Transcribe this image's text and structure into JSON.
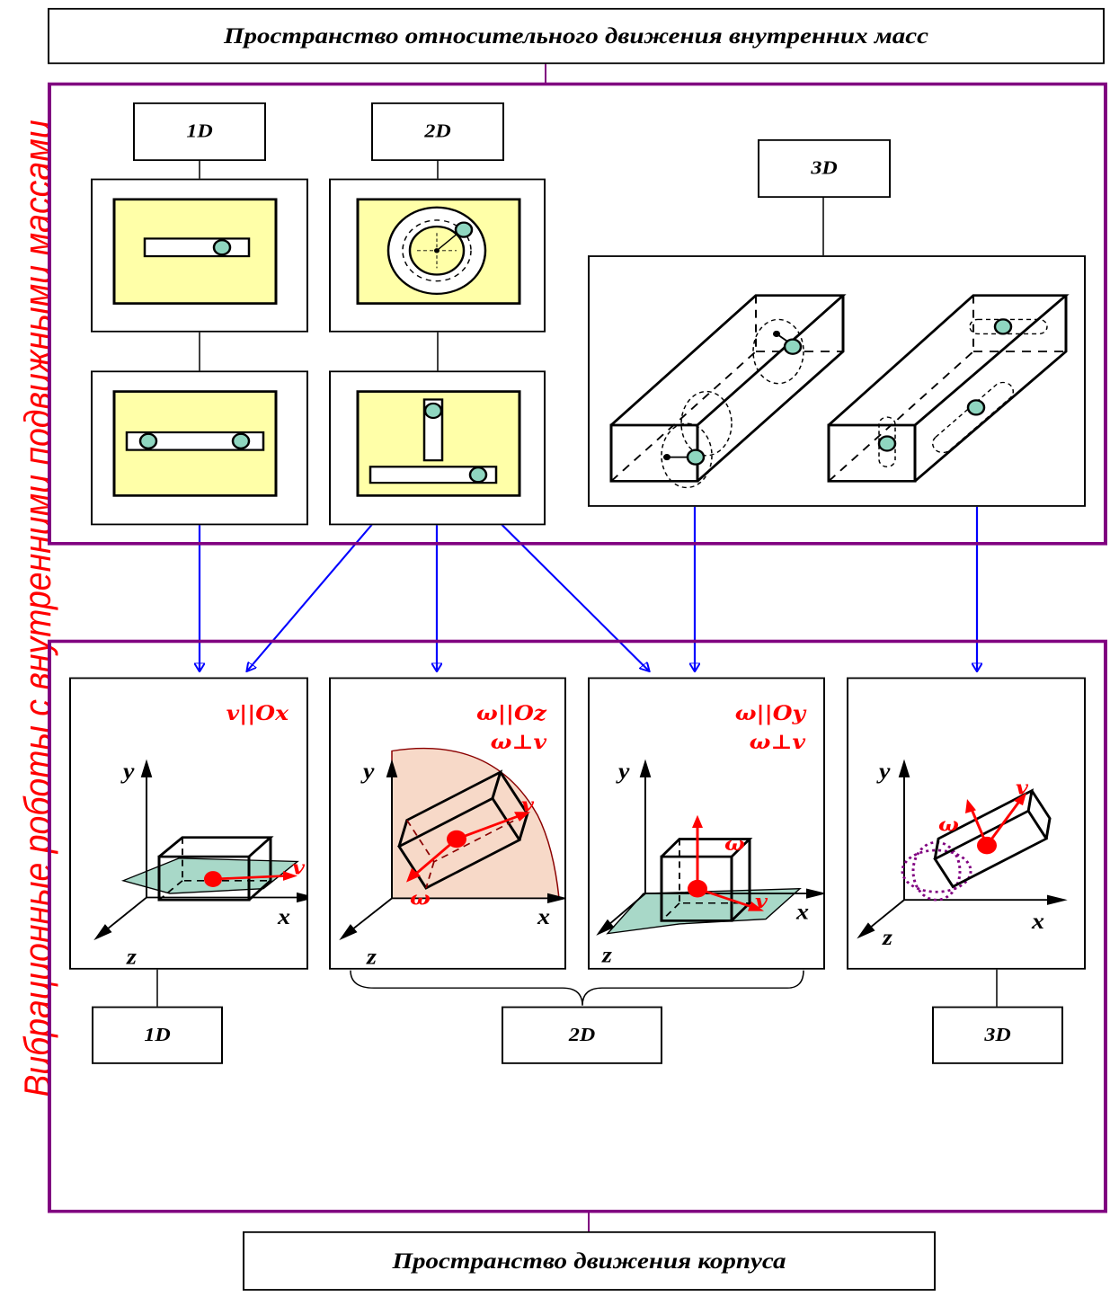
{
  "top_title": "Пространство относительного движения внутренних масс",
  "bottom_title": "Пространство движения корпуса",
  "side_title": "Вибрационные роботы с внутренними подвижными массами",
  "mass_dims": {
    "d1": "1D",
    "d2": "2D",
    "d3": "3D"
  },
  "body_dims": {
    "d1": "1D",
    "d2": "2D",
    "d3": "3D"
  },
  "panels": [
    {
      "formula_lines": [
        "v||Ox"
      ],
      "vectors": [
        "v"
      ]
    },
    {
      "formula_lines": [
        "ω||Oz",
        "ω⊥v"
      ],
      "vectors": [
        "v",
        "ω"
      ]
    },
    {
      "formula_lines": [
        "ω||Oy",
        "ω⊥v"
      ],
      "vectors": [
        "ω",
        "v"
      ]
    },
    {
      "formula_lines": [],
      "vectors": [
        "ω",
        "v"
      ]
    }
  ],
  "axes": {
    "x": "x",
    "y": "y",
    "z": "z"
  },
  "colors": {
    "group_border": "#800080",
    "arrows": "#0000ff",
    "accent": "#ff0000",
    "panel_fill": "#ffffa8"
  }
}
